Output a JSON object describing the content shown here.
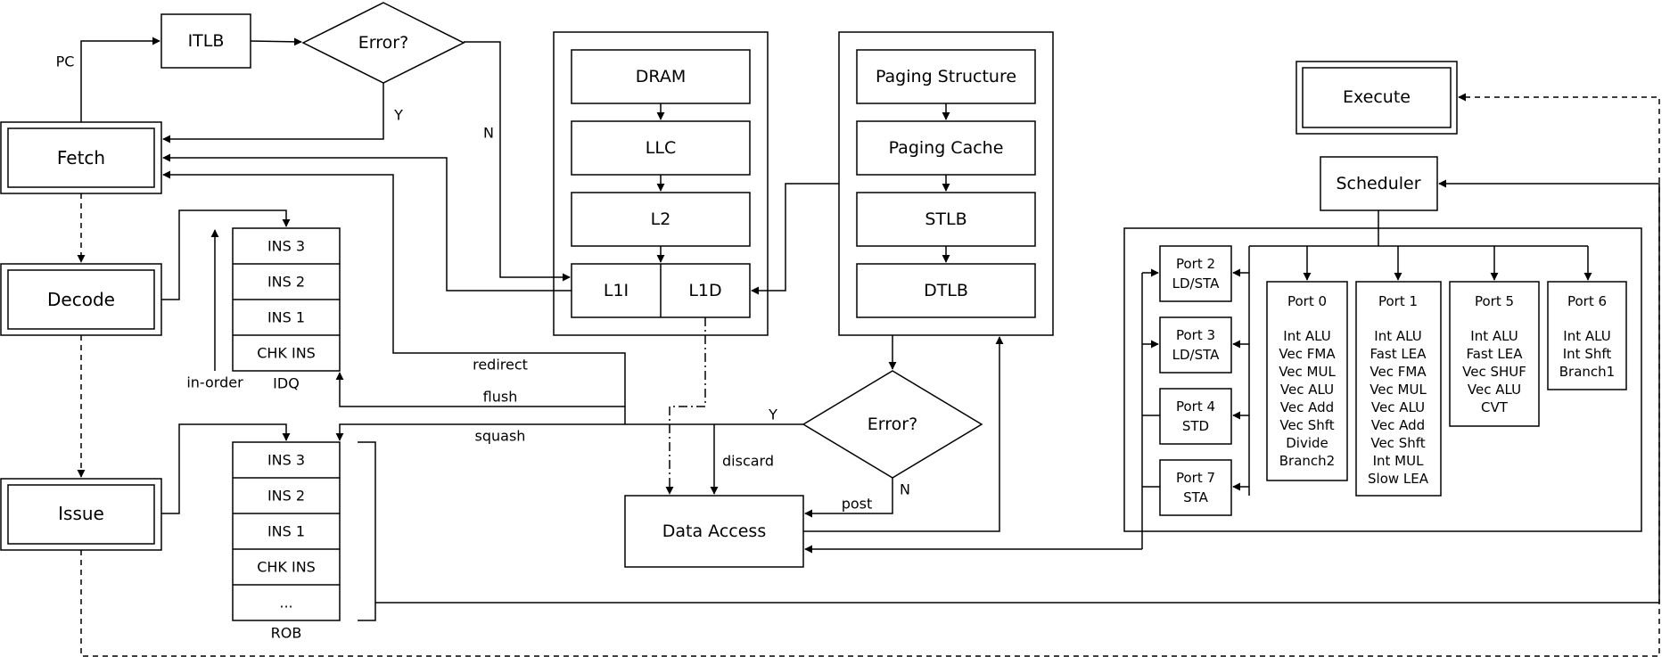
{
  "nodes": {
    "itlb": "ITLB",
    "itlb_error": "Error?",
    "fetch": "Fetch",
    "decode": "Decode",
    "issue": "Issue",
    "dram": "DRAM",
    "llc": "LLC",
    "l2": "L2",
    "l1i": "L1I",
    "l1d": "L1D",
    "paging_structure": "Paging Structure",
    "paging_cache": "Paging Cache",
    "stlb": "STLB",
    "dtlb": "DTLB",
    "dtlb_error": "Error?",
    "data_access": "Data Access",
    "execute": "Execute",
    "scheduler": "Scheduler"
  },
  "idq": {
    "label": "IDQ",
    "entries": [
      "INS 3",
      "INS 2",
      "INS 1",
      "CHK INS"
    ],
    "order_label": "in-order"
  },
  "rob": {
    "label": "ROB",
    "entries": [
      "INS 3",
      "INS 2",
      "INS 1",
      "CHK INS",
      "..."
    ]
  },
  "edge_labels": {
    "pc": "PC",
    "itlb_yes": "Y",
    "itlb_no": "N",
    "redirect": "redirect",
    "flush": "flush",
    "squash": "squash",
    "discard": "discard",
    "post": "post",
    "dtlb_yes": "Y",
    "dtlb_no": "N"
  },
  "mem_ports": [
    {
      "name": "Port 2",
      "ops": [
        "LD/STA"
      ]
    },
    {
      "name": "Port 3",
      "ops": [
        "LD/STA"
      ]
    },
    {
      "name": "Port 4",
      "ops": [
        "STD"
      ]
    },
    {
      "name": "Port 7",
      "ops": [
        "STA"
      ]
    }
  ],
  "exec_ports": [
    {
      "name": "Port 0",
      "ops": [
        "Int ALU",
        "Vec FMA",
        "Vec MUL",
        "Vec ALU",
        "Vec Add",
        "Vec Shft",
        "Divide",
        "Branch2"
      ]
    },
    {
      "name": "Port 1",
      "ops": [
        "Int ALU",
        "Fast LEA",
        "Vec FMA",
        "Vec MUL",
        "Vec ALU",
        "Vec Add",
        "Vec Shft",
        "Int MUL",
        "Slow LEA"
      ]
    },
    {
      "name": "Port 5",
      "ops": [
        "Int ALU",
        "Fast LEA",
        "Vec SHUF",
        "Vec ALU",
        "CVT"
      ]
    },
    {
      "name": "Port 6",
      "ops": [
        "Int ALU",
        "Int Shft",
        "Branch1"
      ]
    }
  ]
}
